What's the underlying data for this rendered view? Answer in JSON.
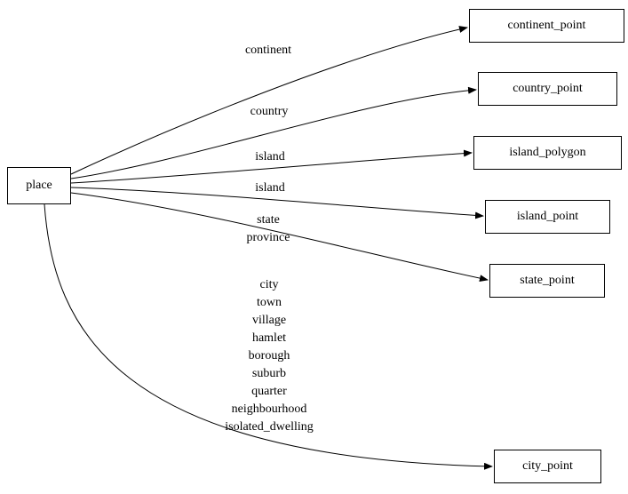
{
  "diagram": {
    "type": "graph",
    "colors": {
      "background": "#ffffff",
      "edge": "#000000",
      "node_border": "#000000",
      "node_fill": "#ffffff"
    },
    "place": {
      "label": "place"
    },
    "nodes": [
      {
        "label": "continent_point"
      },
      {
        "label": "country_point"
      },
      {
        "label": "island_polygon"
      },
      {
        "label": "island_point"
      },
      {
        "label": "state_point"
      },
      {
        "label": "city_point"
      }
    ],
    "edges": [
      {
        "from": "place",
        "to": "continent_point",
        "label": "continent"
      },
      {
        "from": "place",
        "to": "country_point",
        "label": "country"
      },
      {
        "from": "place",
        "to": "island_polygon",
        "label": "island"
      },
      {
        "from": "place",
        "to": "island_point",
        "label": "island"
      },
      {
        "from": "place",
        "to": "state_point",
        "label": "state\nprovince"
      },
      {
        "from": "place",
        "to": "city_point",
        "label": "city\ntown\nvillage\nhamlet\nborough\nsuburb\nquarter\nneighbourhood\nisolated_dwelling"
      }
    ]
  }
}
